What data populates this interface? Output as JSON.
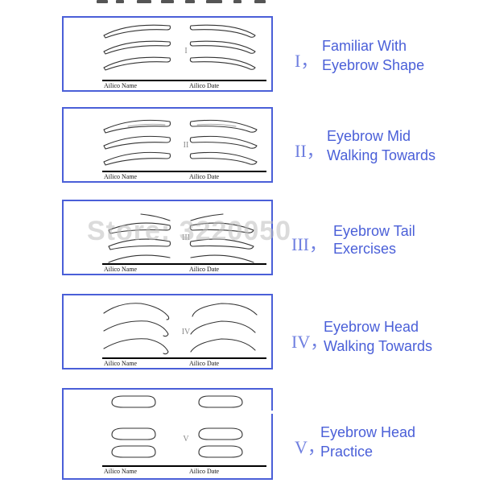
{
  "cards": [
    {
      "numeral": "I",
      "name_label": "Ailico Name",
      "date_label": "Ailico Date"
    },
    {
      "numeral": "II",
      "name_label": "Ailico Name",
      "date_label": "Ailico Date"
    },
    {
      "numeral": "III",
      "name_label": "Ailico Name",
      "date_label": "Ailico Date"
    },
    {
      "numeral": "IV",
      "name_label": "Ailico Name",
      "date_label": "Ailico Date"
    },
    {
      "numeral": "V",
      "name_label": "Ailico Name",
      "date_label": "Ailico Date"
    }
  ],
  "captions": [
    {
      "roman": "I，",
      "line1": "Familiar With",
      "line2": "Eyebrow Shape"
    },
    {
      "roman": "II，",
      "line1": "Eyebrow Mid",
      "line2": "Walking Towards"
    },
    {
      "roman": "III，",
      "line1": "Eyebrow Tail",
      "line2": "Exercises"
    },
    {
      "roman": "IV，",
      "line1": "Eyebrow Head",
      "line2": "Walking Towards"
    },
    {
      "roman": "V，",
      "line1": "Eyebrow Head",
      "line2": "Practice"
    }
  ],
  "watermark": "Store: 3220050",
  "colors": {
    "frame": "#4a5fd8",
    "caption": "#4a5fd8",
    "roman": "#6f7fe0"
  }
}
